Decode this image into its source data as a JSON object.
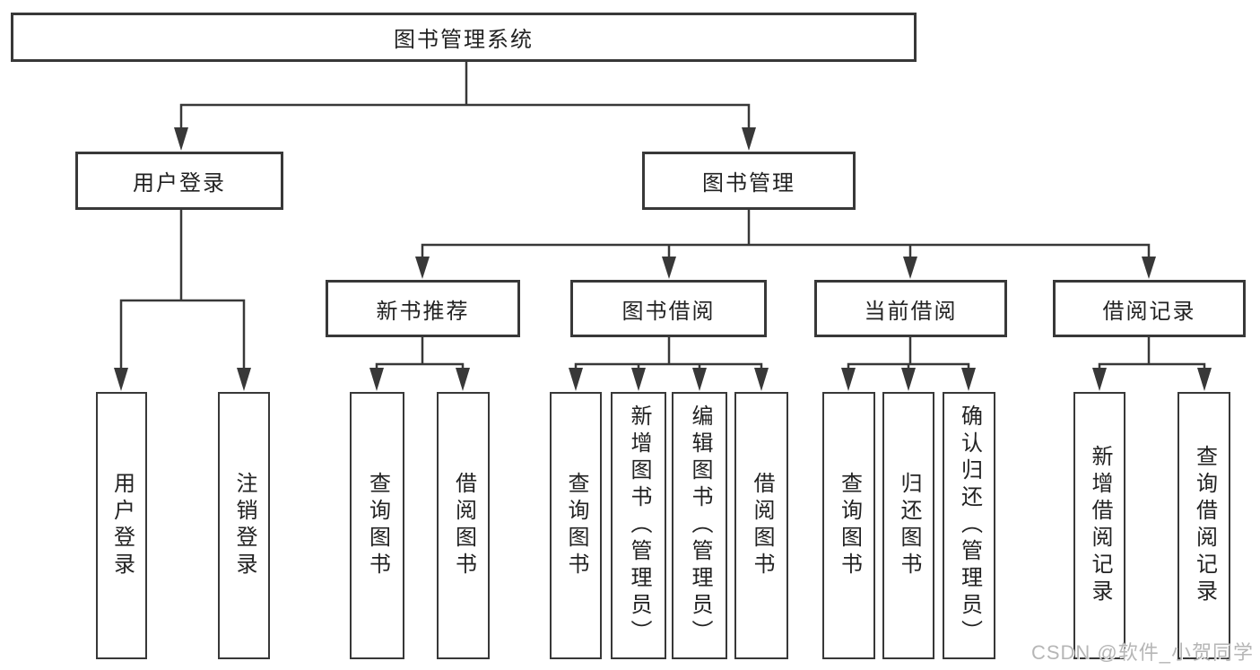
{
  "page": {
    "background": "#ffffff",
    "line_color": "#383838",
    "text_color": "#222222"
  },
  "watermark": {
    "text": "CSDN @软件_小贺同学",
    "color": "#b6b6b6"
  },
  "diagram": {
    "type": "hierarchy-tree",
    "root": {
      "label": "图书管理系统",
      "children": [
        {
          "label": "用户登录",
          "children": [
            {
              "label": "用户登录"
            },
            {
              "label": "注销登录"
            }
          ]
        },
        {
          "label": "图书管理",
          "children": [
            {
              "label": "新书推荐",
              "children": [
                {
                  "label": "查询图书"
                },
                {
                  "label": "借阅图书"
                }
              ]
            },
            {
              "label": "图书借阅",
              "children": [
                {
                  "label": "查询图书"
                },
                {
                  "label": "新增图书（管理员）"
                },
                {
                  "label": "编辑图书（管理员）"
                },
                {
                  "label": "借阅图书"
                }
              ]
            },
            {
              "label": "当前借阅",
              "children": [
                {
                  "label": "查询图书"
                },
                {
                  "label": "归还图书"
                },
                {
                  "label": "确认归还（管理员）"
                }
              ]
            },
            {
              "label": "借阅记录",
              "children": [
                {
                  "label": "新增借阅记录"
                },
                {
                  "label": "查询借阅记录"
                }
              ]
            }
          ]
        }
      ]
    }
  }
}
